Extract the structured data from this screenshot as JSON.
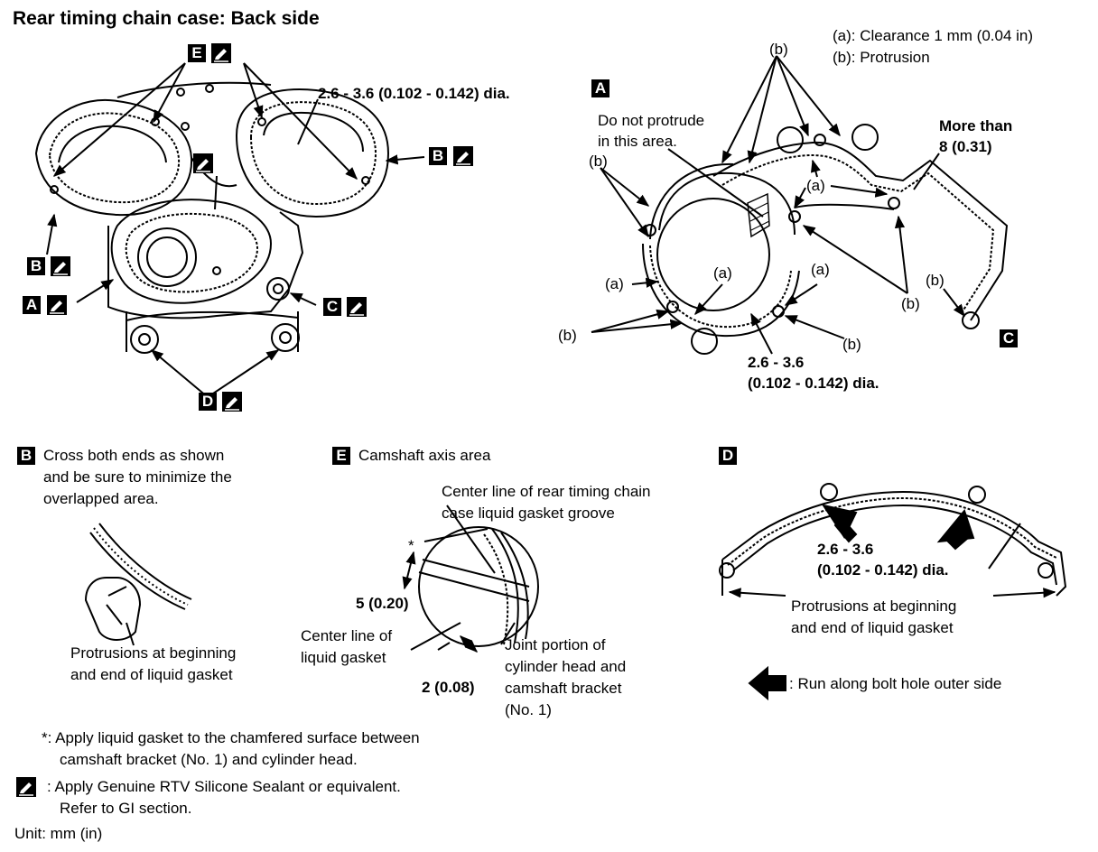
{
  "title": "Rear timing chain case: Back side",
  "legend": {
    "a": "(a): Clearance 1 mm (0.04 in)",
    "b": "(b): Protrusion"
  },
  "letters": {
    "A": "A",
    "B": "B",
    "C": "C",
    "D": "D",
    "E": "E"
  },
  "main": {
    "dia_label": "2.6 - 3.6 (0.102 - 0.142) dia."
  },
  "detail_a": {
    "no_protrude_1": "Do not protrude",
    "no_protrude_2": "in this area.",
    "more_than_1": "More than",
    "more_than_2": "8 (0.31)",
    "a_label": "(a)",
    "b_label": "(b)",
    "dia_1": "2.6 - 3.6",
    "dia_2": "(0.102 - 0.142) dia."
  },
  "detail_b": {
    "text_1": "Cross both ends as shown",
    "text_2": "and be sure to minimize the",
    "text_3": "overlapped area.",
    "prot_1": "Protrusions at beginning",
    "prot_2": "and end of liquid gasket"
  },
  "detail_e": {
    "title": "Camshaft axis area",
    "center_groove_1": "Center line of rear timing chain",
    "center_groove_2": "case liquid gasket groove",
    "star": "*",
    "dim_5": "5 (0.20)",
    "center_gasket_1": "Center line of",
    "center_gasket_2": "liquid gasket",
    "joint_1": "Joint portion of",
    "joint_2": "cylinder head and",
    "joint_3": "camshaft bracket",
    "joint_4": "(No. 1)",
    "dim_2": "2 (0.08)"
  },
  "detail_d": {
    "dia_1": "2.6 - 3.6",
    "dia_2": "(0.102 - 0.142) dia.",
    "prot_1": "Protrusions at beginning",
    "prot_2": "and end of liquid gasket",
    "arrow_note": ": Run along bolt hole outer side"
  },
  "notes": {
    "star_1": "*: Apply liquid gasket to the chamfered surface between",
    "star_2": "camshaft bracket (No. 1) and cylinder head.",
    "seal_1": ": Apply Genuine RTV Silicone Sealant or equivalent.",
    "seal_2": "Refer to GI section.",
    "unit": "Unit: mm (in)"
  }
}
